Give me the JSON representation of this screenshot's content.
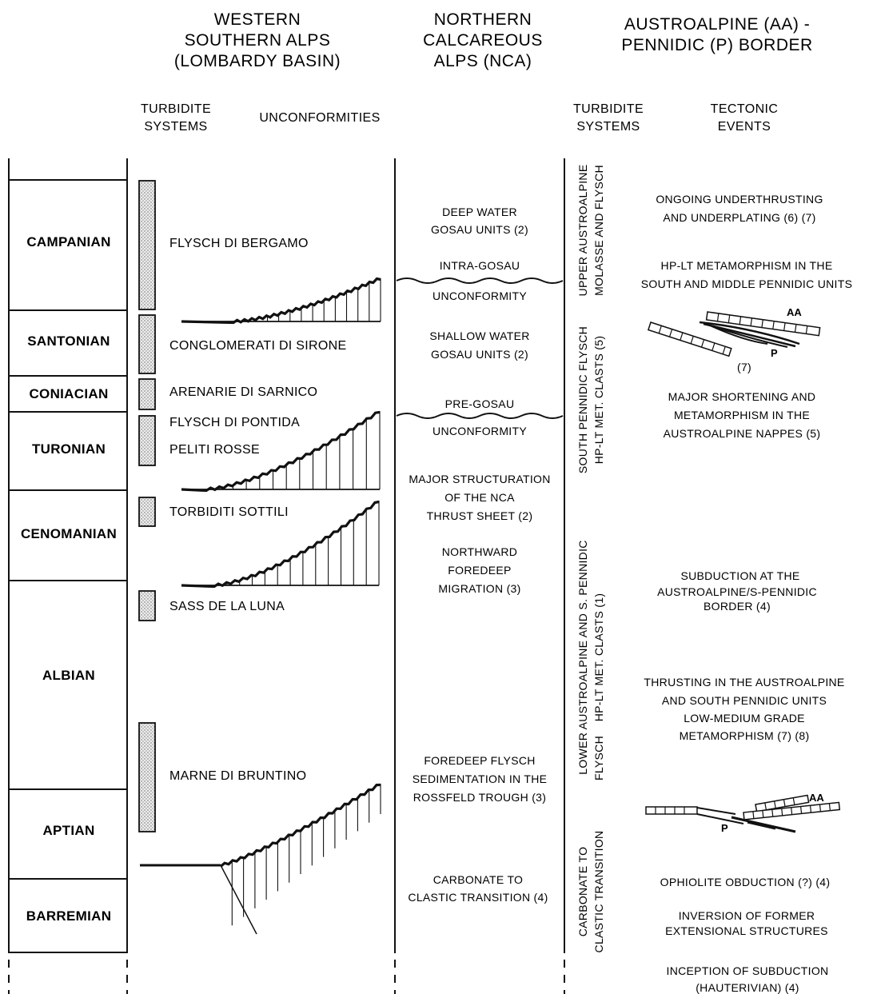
{
  "headers": {
    "western": [
      "WESTERN",
      "SOUTHERN ALPS",
      "(LOMBARDY BASIN)"
    ],
    "northern": [
      "NORTHERN",
      "CALCAREOUS",
      "ALPS (NCA)"
    ],
    "austroalpine": [
      "AUSTROALPINE (AA) -",
      "PENNIDIC (P) BORDER"
    ]
  },
  "subheaders": {
    "turbidite_left": [
      "TURBIDITE",
      "SYSTEMS"
    ],
    "unconformities": "UNCONFORMITIES",
    "turbidite_right": [
      "TURBIDITE",
      "SYSTEMS"
    ],
    "tectonic": [
      "TECTONIC",
      "EVENTS"
    ]
  },
  "stages": [
    "CAMPANIAN",
    "SANTONIAN",
    "CONIACIAN",
    "TURONIAN",
    "CENOMANIAN",
    "ALBIAN",
    "APTIAN",
    "BARREMIAN"
  ],
  "lombardy_units": [
    "FLYSCH DI BERGAMO",
    "CONGLOMERATI DI SIRONE",
    "ARENARIE DI SARNICO",
    "FLYSCH DI PONTIDA",
    "PELITI ROSSE",
    "TORBIDITI SOTTILI",
    "SASS DE LA LUNA",
    "MARNE DI BRUNTINO"
  ],
  "nca_events": {
    "deep_water": [
      "DEEP WATER",
      "GOSAU UNITS (2)"
    ],
    "intra_gosau": [
      "INTRA-GOSAU",
      "UNCONFORMITY"
    ],
    "shallow_water": [
      "SHALLOW WATER",
      "GOSAU UNITS (2)"
    ],
    "pre_gosau": [
      "PRE-GOSAU",
      "UNCONFORMITY"
    ],
    "structuration": [
      "MAJOR STRUCTURATION",
      "OF THE NCA",
      "THRUST SHEET (2)"
    ],
    "northward": [
      "NORTHWARD",
      "FOREDEEP",
      "MIGRATION (3)"
    ],
    "foredeep": [
      "FOREDEEP FLYSCH",
      "SEDIMENTATION IN THE",
      "ROSSFELD TROUGH (3)"
    ],
    "carbonate": [
      "CARBONATE TO",
      "CLASTIC TRANSITION (4)"
    ]
  },
  "vertical_labels": {
    "upper": [
      "UPPER AUSTROALPINE",
      "MOLASSE AND FLYSCH"
    ],
    "south": [
      "SOUTH PENNIDIC FLYSCH",
      "HP-LT MET. CLASTS (5)"
    ],
    "lower": [
      "LOWER AUSTROALPINE AND S. PENNIDIC",
      "HP-LT MET. CLASTS (1)"
    ],
    "flysch": "FLYSCH",
    "carbonate": [
      "CARBONATE TO",
      "CLASTIC TRANSITION"
    ]
  },
  "tectonic_events": {
    "underthrusting": [
      "ONGOING UNDERTHRUSTING",
      "AND UNDERPLATING (6) (7)"
    ],
    "hplt": [
      "HP-LT METAMORPHISM IN THE",
      "SOUTH AND MIDDLE PENNIDIC UNITS"
    ],
    "shortening": [
      "MAJOR SHORTENING AND",
      "METAMORPHISM IN THE",
      "AUSTROALPINE NAPPES (5)"
    ],
    "subduction": [
      "SUBDUCTION AT THE",
      "AUSTROALPINE/S-PENNIDIC",
      "BORDER (4)"
    ],
    "thrusting": [
      "THRUSTING IN THE AUSTROALPINE",
      "AND SOUTH PENNIDIC UNITS",
      "LOW-MEDIUM GRADE",
      "METAMORPHISM (7) (8)"
    ],
    "ophiolite": "OPHIOLITE OBDUCTION (?) (4)",
    "inversion": [
      "INVERSION OF FORMER",
      "EXTENSIONAL STRUCTURES"
    ],
    "inception": [
      "INCEPTION OF SUBDUCTION",
      "(HAUTERIVIAN) (4)"
    ]
  },
  "sketch_labels": {
    "aa_top": "AA",
    "p_top": "P",
    "ref7": "(7)",
    "aa_bottom": "AA",
    "p_bottom": "P"
  }
}
